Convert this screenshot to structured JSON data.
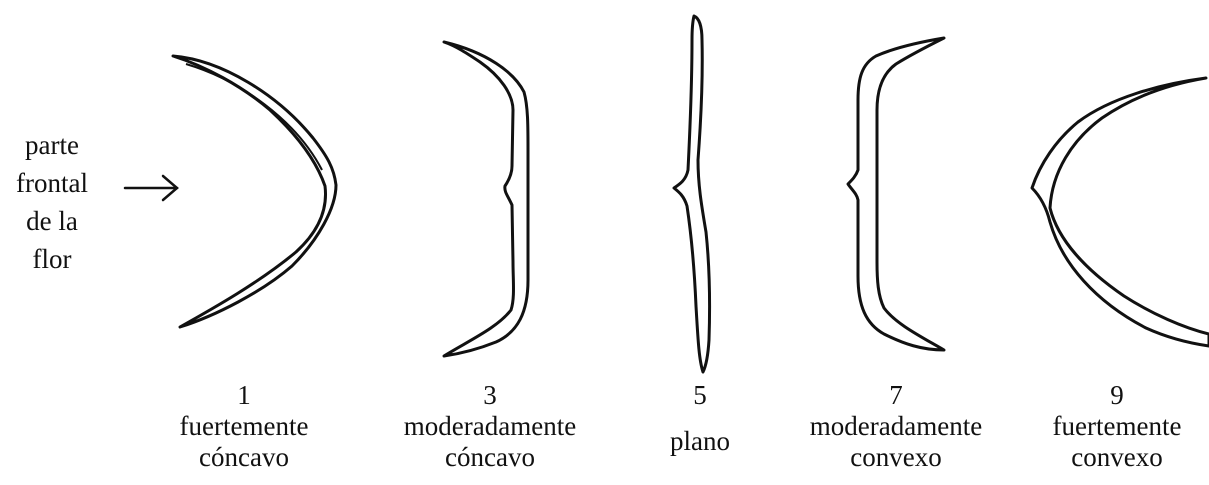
{
  "front_label": {
    "line1": "parte",
    "line2": "frontal",
    "line3": "de la",
    "line4": "flor"
  },
  "shapes": [
    {
      "number": "1",
      "line1": "fuertemente",
      "line2": "cóncavo"
    },
    {
      "number": "3",
      "line1": "moderadamente",
      "line2": "cóncavo"
    },
    {
      "number": "5",
      "line1": "plano",
      "line2": ""
    },
    {
      "number": "7",
      "line1": "moderadamente",
      "line2": "convexo"
    },
    {
      "number": "9",
      "line1": "fuertemente",
      "line2": "convexo"
    }
  ]
}
